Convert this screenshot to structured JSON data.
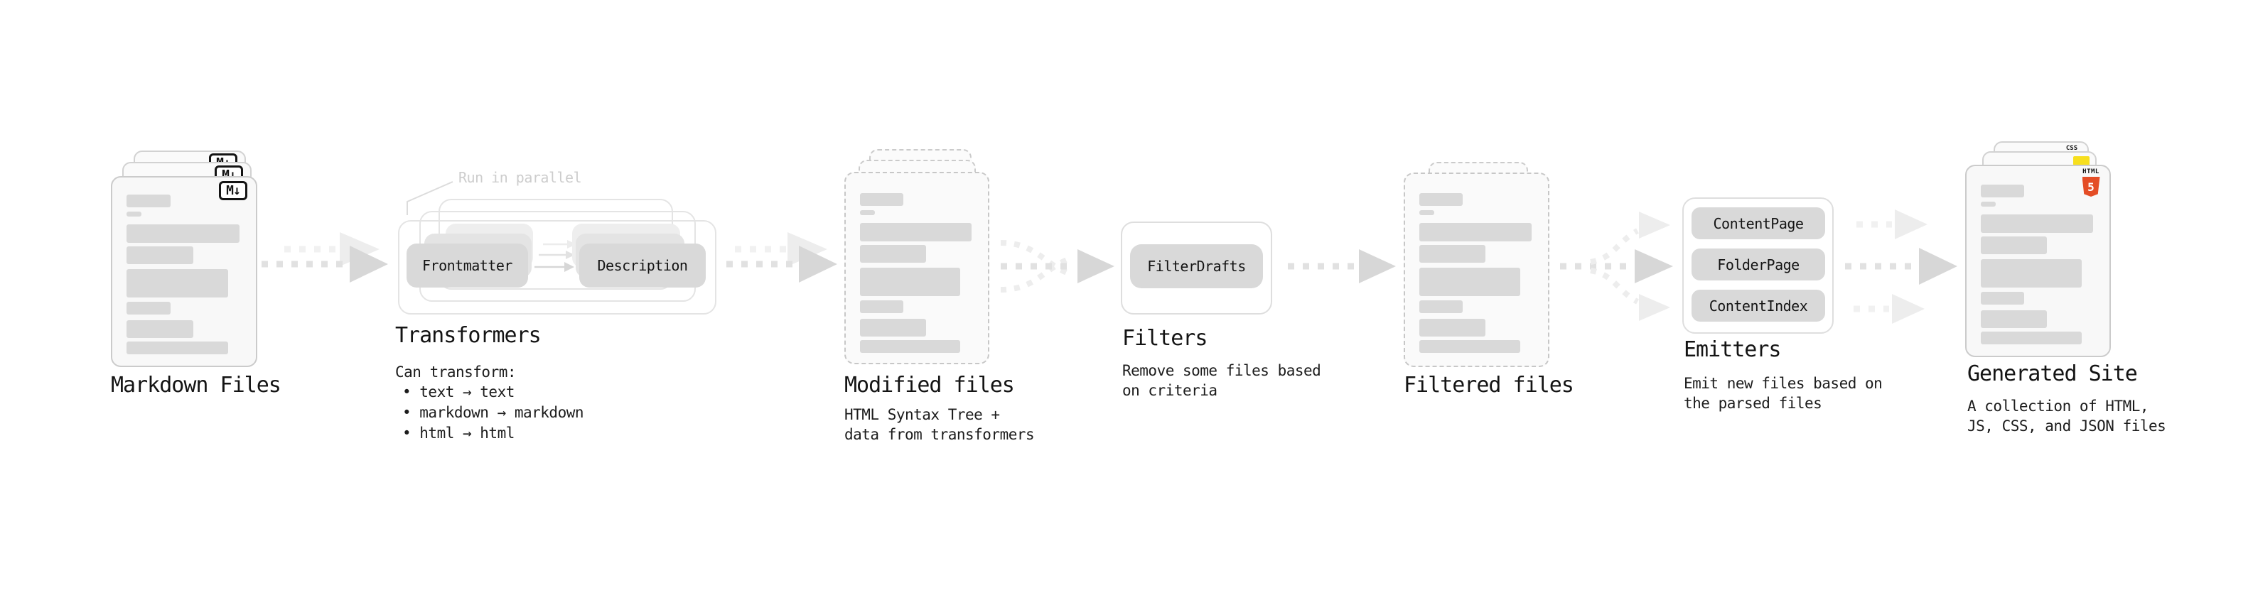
{
  "diagram": {
    "markdown_files": {
      "label": "Markdown Files",
      "badge": "M↓"
    },
    "transformers": {
      "annotation": "Run in parallel",
      "pill_left": "Frontmatter",
      "pill_right": "Description",
      "label": "Transformers",
      "description_title": "Can transform:",
      "bullets": [
        "• text → text",
        "• markdown → markdown",
        "• html → html"
      ]
    },
    "modified_files": {
      "label": "Modified files",
      "description": [
        "HTML Syntax Tree +",
        "data from transformers"
      ]
    },
    "filters": {
      "pill": "FilterDrafts",
      "label": "Filters",
      "description": [
        "Remove some files based",
        "on criteria"
      ]
    },
    "filtered_files": {
      "label": "Filtered files"
    },
    "emitters": {
      "pills": [
        "ContentPage",
        "FolderPage",
        "ContentIndex"
      ],
      "label": "Emitters",
      "description": [
        "Emit new files based on",
        "the parsed files"
      ]
    },
    "generated_site": {
      "label": "Generated Site",
      "description": [
        "A collection of HTML,",
        "JS, CSS, and JSON files"
      ],
      "html5_badge": {
        "word": "HTML",
        "number": "5"
      },
      "css_badge": "CSS"
    }
  },
  "colors": {
    "html5_orange": "#e44d26",
    "js_yellow": "#f7df1e",
    "css_blue": "#2962ff",
    "pill_gray": "#d9d9d9",
    "card_gray": "#f8f8f8",
    "arrow_gray": "#e1e1e1",
    "annotation_gray": "#cdcdcd",
    "text_dark": "#161616"
  }
}
